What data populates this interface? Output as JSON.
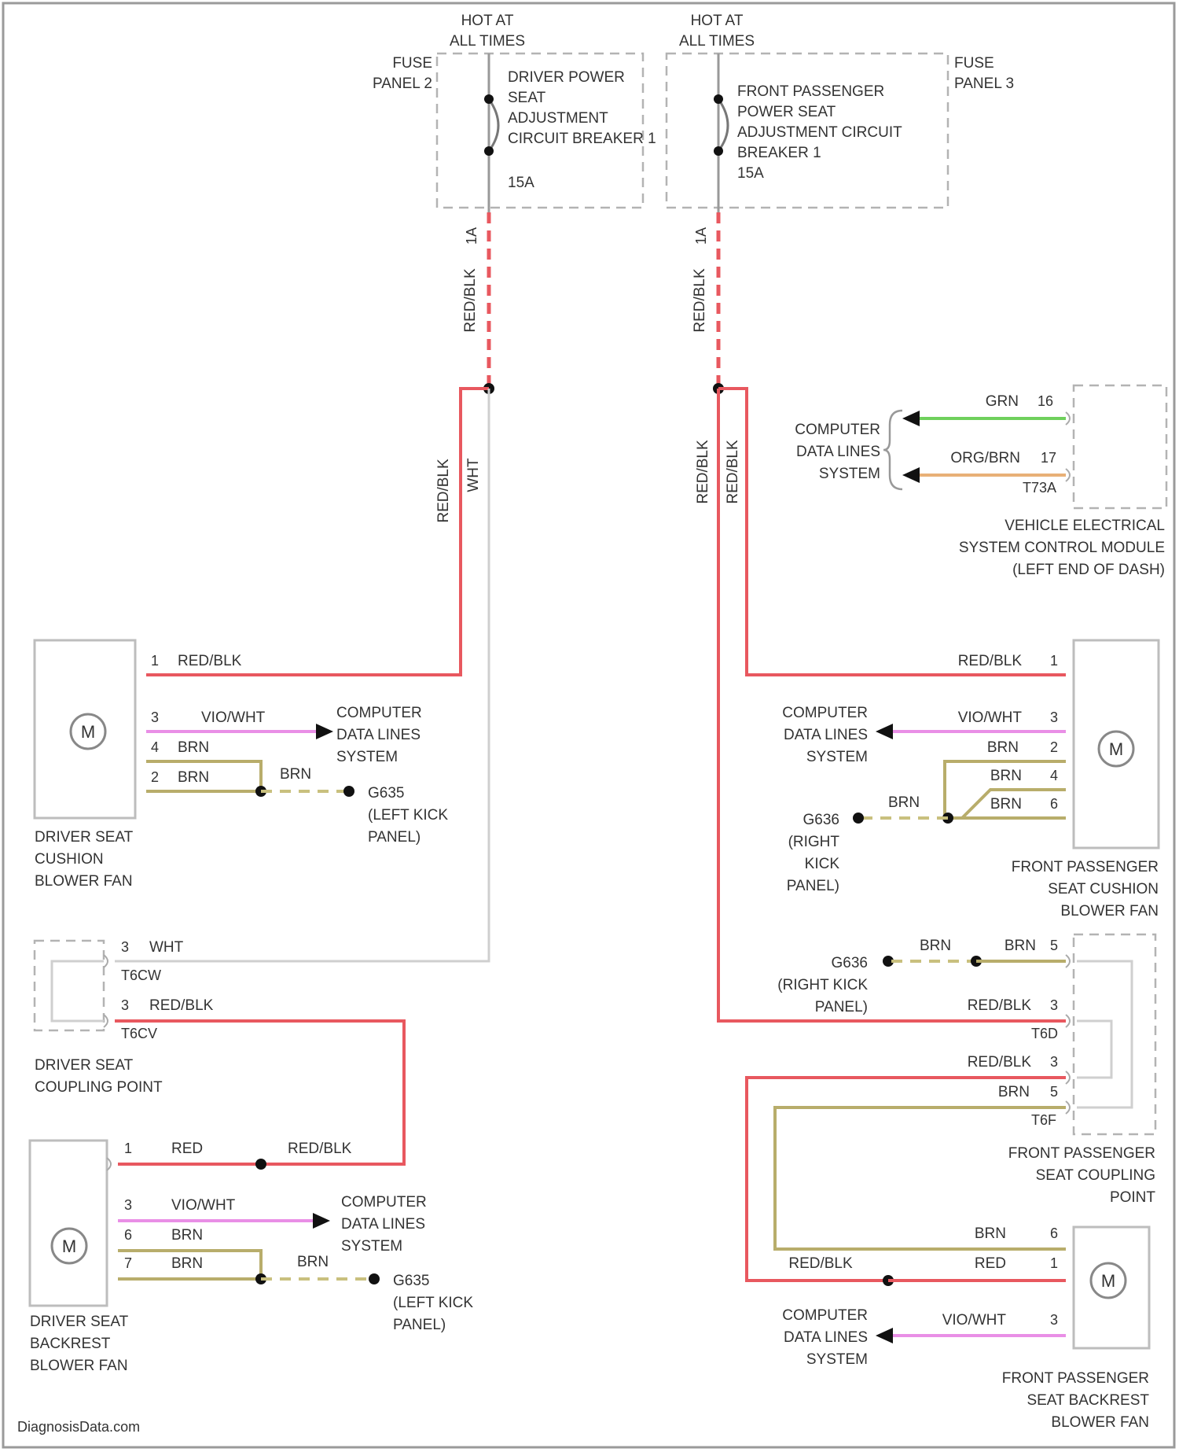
{
  "title_hot_left": [
    "HOT AT",
    "ALL TIMES"
  ],
  "title_hot_right": [
    "HOT AT",
    "ALL TIMES"
  ],
  "fuse_left": {
    "panel": [
      "FUSE",
      "PANEL 2"
    ],
    "name": [
      "DRIVER POWER",
      "SEAT",
      "ADJUSTMENT",
      "CIRCUIT BREAKER 1"
    ],
    "rating": "15A",
    "pin": "1A",
    "wire": "RED/BLK"
  },
  "fuse_right": {
    "panel": [
      "FUSE",
      "PANEL 3"
    ],
    "name": [
      "FRONT PASSENGER",
      "POWER SEAT",
      "ADJUSTMENT CIRCUIT",
      "BREAKER 1"
    ],
    "rating": "15A",
    "pin": "1A",
    "wire": "RED/BLK"
  },
  "left_trunk": {
    "wire_a": "RED/BLK",
    "wire_b": "WHT"
  },
  "right_trunk": {
    "wire_a": "RED/BLK",
    "wire_b": "RED/BLK"
  },
  "vescm": {
    "name": [
      "VEHICLE ELECTRICAL",
      "SYSTEM CONTROL MODULE",
      "(LEFT END OF DASH)"
    ],
    "cdl": [
      "COMPUTER",
      "DATA LINES",
      "SYSTEM"
    ],
    "pin1": "16",
    "wire1": "GRN",
    "pin2": "17",
    "wire2": "ORG/BRN",
    "connector": "T73A"
  },
  "driver_cushion": {
    "name": [
      "DRIVER SEAT",
      "CUSHION",
      "BLOWER FAN"
    ],
    "pins": [
      {
        "pin": "1",
        "wire": "RED/BLK"
      },
      {
        "pin": "3",
        "wire": "VIO/WHT"
      },
      {
        "pin": "4",
        "wire": "BRN"
      },
      {
        "pin": "2",
        "wire": "BRN"
      }
    ],
    "cdl": [
      "COMPUTER",
      "DATA LINES",
      "SYSTEM"
    ],
    "ground_wire": "BRN",
    "ground": [
      "G635",
      "(LEFT KICK",
      "PANEL)"
    ]
  },
  "passenger_cushion": {
    "name": [
      "FRONT PASSENGER",
      "SEAT CUSHION",
      "BLOWER FAN"
    ],
    "pins": [
      {
        "pin": "1",
        "wire": "RED/BLK"
      },
      {
        "pin": "3",
        "wire": "VIO/WHT"
      },
      {
        "pin": "2",
        "wire": "BRN"
      },
      {
        "pin": "4",
        "wire": "BRN"
      },
      {
        "pin": "6",
        "wire": "BRN"
      }
    ],
    "cdl": [
      "COMPUTER",
      "DATA LINES",
      "SYSTEM"
    ],
    "ground_wire": "BRN",
    "ground": [
      "G636",
      "(RIGHT",
      "KICK",
      "PANEL)"
    ]
  },
  "driver_coupling": {
    "name": [
      "DRIVER SEAT",
      "COUPLING POINT"
    ],
    "rows": [
      {
        "pin": "3",
        "wire": "WHT",
        "conn": "T6CW"
      },
      {
        "pin": "3",
        "wire": "RED/BLK",
        "conn": "T6CV"
      }
    ]
  },
  "passenger_coupling": {
    "name": [
      "FRONT PASSENGER",
      "SEAT COUPLING",
      "POINT"
    ],
    "ground": [
      "G636",
      "(RIGHT KICK",
      "PANEL)"
    ],
    "ground_wire_a": "BRN",
    "rows": [
      {
        "pin": "5",
        "wire": "BRN"
      },
      {
        "pin": "3",
        "wire": "RED/BLK",
        "conn": "T6D"
      },
      {
        "pin": "3",
        "wire": "RED/BLK"
      },
      {
        "pin": "5",
        "wire": "BRN",
        "conn": "T6F"
      }
    ]
  },
  "driver_backrest": {
    "name": [
      "DRIVER SEAT",
      "BACKREST",
      "BLOWER FAN"
    ],
    "pins": [
      {
        "pin": "1",
        "wire": "RED"
      },
      {
        "pin": "3",
        "wire": "VIO/WHT"
      },
      {
        "pin": "6",
        "wire": "BRN"
      },
      {
        "pin": "7",
        "wire": "BRN"
      }
    ],
    "splice_wire": "RED/BLK",
    "cdl": [
      "COMPUTER",
      "DATA LINES",
      "SYSTEM"
    ],
    "ground_wire": "BRN",
    "ground": [
      "G635",
      "(LEFT KICK",
      "PANEL)"
    ]
  },
  "passenger_backrest": {
    "name": [
      "FRONT PASSENGER",
      "SEAT BACKREST",
      "BLOWER FAN"
    ],
    "pins": [
      {
        "pin": "6",
        "wire": "BRN"
      },
      {
        "pin": "1",
        "wire": "RED"
      },
      {
        "pin": "3",
        "wire": "VIO/WHT"
      }
    ],
    "splice_wire": "RED/BLK",
    "cdl": [
      "COMPUTER",
      "DATA LINES",
      "SYSTEM"
    ]
  },
  "motor_label": "M",
  "watermark": "DiagnosisData.com"
}
